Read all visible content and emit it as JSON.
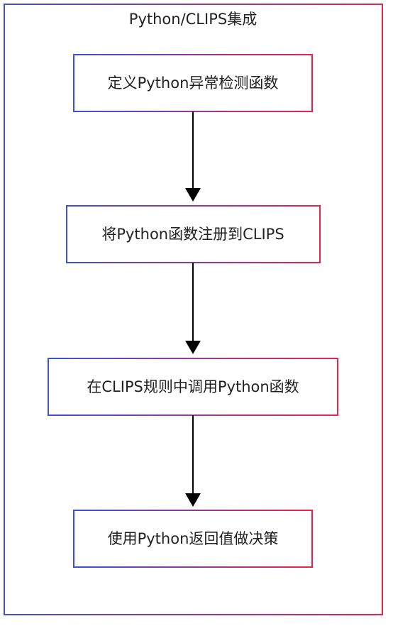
{
  "diagram": {
    "title": "Python/CLIPS集成",
    "steps": [
      "定义Python异常检测函数",
      "将Python函数注册到CLIPS",
      "在CLIPS规则中调用Python函数",
      "使用Python返回值做决策"
    ],
    "colors": {
      "gradient_start": "#3b4fe0",
      "gradient_end": "#e8234a",
      "arrow": "#000000",
      "text": "#222222"
    }
  }
}
